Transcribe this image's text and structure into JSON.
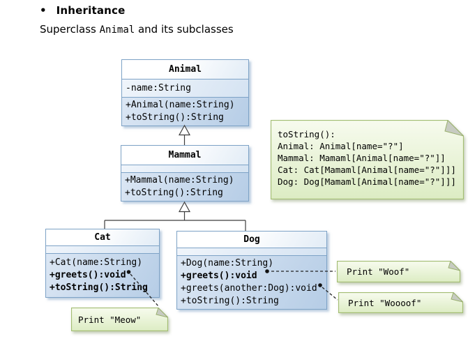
{
  "page": {
    "bullet": "•",
    "title": "Inheritance",
    "subtitle_prefix": "Superclass ",
    "subtitle_code": "Animal",
    "subtitle_suffix": " and its subclasses"
  },
  "classes": {
    "animal": {
      "name": "Animal",
      "attributes": [
        "-name:String"
      ],
      "methods": [
        "+Animal(name:String)",
        "+toString():String"
      ]
    },
    "mammal": {
      "name": "Mammal",
      "attributes": [],
      "methods": [
        "+Mammal(name:String)",
        "+toString():String"
      ]
    },
    "cat": {
      "name": "Cat",
      "attributes": [],
      "methods": [
        "+Cat(name:String)",
        "+greets():void",
        "+toString():String"
      ]
    },
    "dog": {
      "name": "Dog",
      "attributes": [],
      "methods": [
        "+Dog(name:String)",
        "+greets():void",
        "+greets(another:Dog):void",
        "+toString():String"
      ]
    }
  },
  "notes": {
    "tostring": {
      "lines": [
        "toString():",
        "Animal: Animal[name=\"?\"]",
        "Mammal: Mamaml[Animal[name=\"?\"]]",
        "Cat: Cat[Mamaml[Animal[name=\"?\"]]]",
        "Dog: Dog[Mamaml[Animal[name=\"?\"]]]"
      ]
    },
    "woof": {
      "text": "Print \"Woof\""
    },
    "woooof": {
      "text": "Print \"Woooof\""
    },
    "meow": {
      "text": "Print \"Meow\""
    }
  },
  "colors": {
    "class_border": "#7da2c6",
    "class_fill_light": "#dce7f4",
    "class_fill_dark": "#b6cde6",
    "note_border": "#a3bd73",
    "note_fill_top": "#f6faeb",
    "note_fill_bottom": "#dcecc3",
    "connector": "#3c3c3c"
  }
}
